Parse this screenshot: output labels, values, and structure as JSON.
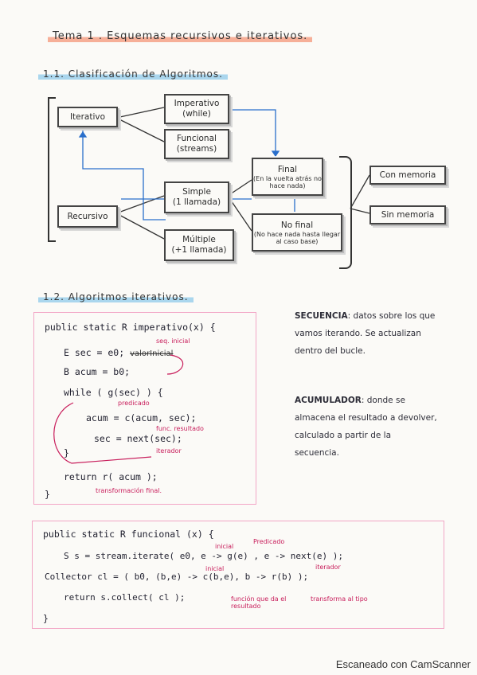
{
  "heading": "Tema 1 . Esquemas recursivos e iterativos.",
  "section1": {
    "title": "1.1. Clasificación de Algoritmos.",
    "iterativo": "Iterativo",
    "recursivo": "Recursivo",
    "imperativo": "Imperativo",
    "imperativo_sub": "(while)",
    "funcional": "Funcional",
    "funcional_sub": "(streams)",
    "simple": "Simple",
    "simple_sub": "(1 llamada)",
    "multiple": "Múltiple",
    "multiple_sub": "(+1 llamada)",
    "final": "Final",
    "final_sub": "(En la vuelta atrás no hace nada)",
    "nofinal": "No final",
    "nofinal_sub": "(No hace nada hasta llegar al caso base)",
    "con_memoria": "Con memoria",
    "sin_memoria": "Sin memoria"
  },
  "section2": {
    "title": "1.2. Algoritmos iterativos.",
    "l1": "public static R imperativo(x) {",
    "l2": "E  sec = e0;",
    "l2_struck": "valorInicial",
    "l2_note": "seq. inicial",
    "l3": "B acum = b0;",
    "l4": "while ( g(sec) ) {",
    "l4_note": "predicado",
    "l5": "acum = c(acum, sec);",
    "l5_note": "func. resultado",
    "l6": "sec = next(sec);",
    "l6_note": "iterador",
    "l7": "}",
    "l8": "return r( acum );",
    "l8_note": "transformación final.",
    "l9": "}",
    "secuencia_label": "SECUENCIA",
    "secuencia": ": datos sobre los que vamos iterando. Se actualizan dentro del bucle.",
    "acumulador_label": "ACUMULADOR",
    "acumulador": ": donde se almacena el resultado a devolver, calculado a partir de la secuencia."
  },
  "section3": {
    "l1": "public static R funcional (x) {",
    "l2": "S s = stream.iterate( e0, e -> g(e) , e -> next(e) );",
    "l2_notes": [
      "inicial",
      "Predicado",
      "iterador"
    ],
    "l3": "Collector cl = ( b0, (b,e) -> c(b,e), b -> r(b) );",
    "l3_notes": [
      "inicial"
    ],
    "l4": "return s.collect( cl );",
    "l4_notes": [
      "función que da el resultado",
      "transforma al tipo"
    ],
    "l5": "}"
  },
  "footer": "Escaneado con CamScanner"
}
